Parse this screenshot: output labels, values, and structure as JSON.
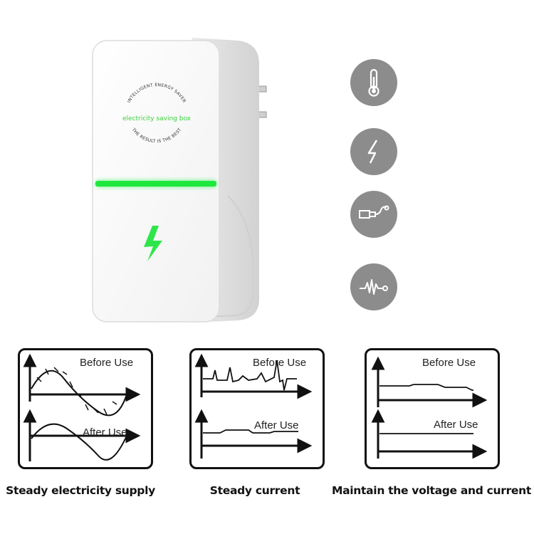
{
  "device": {
    "logo_arc_top": "INTELLIGENT ENERGY SAVER",
    "logo_center": "electricity saving box",
    "logo_arc_bottom": "THE RESULT IS THE BEST",
    "accent_color": "#22ee44",
    "icon": "lightning-bolt-icon"
  },
  "feature_icons": [
    {
      "icon": "thermometer-icon"
    },
    {
      "icon": "lightning-icon"
    },
    {
      "icon": "usb-plug-icon"
    },
    {
      "icon": "waveform-icon"
    }
  ],
  "panels": [
    {
      "before_label": "Before Use",
      "after_label": "After Use",
      "caption": "Steady electricity supply"
    },
    {
      "before_label": "Before Use",
      "after_label": "After Use",
      "caption": "Steady current"
    },
    {
      "before_label": "Before Use",
      "after_label": "After Use",
      "caption": "Maintain the voltage and current"
    }
  ]
}
